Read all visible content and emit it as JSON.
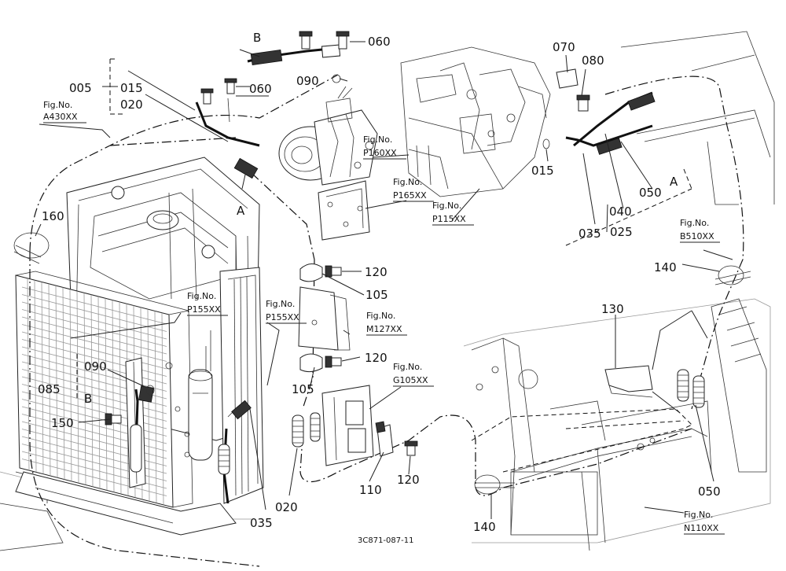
{
  "labels": {
    "l005": "005",
    "l015a": "015",
    "l020a": "020",
    "l060a": "060",
    "l060b": "060",
    "l090a": "090",
    "lB1": "B",
    "lA1": "A",
    "l160": "160",
    "l070": "070",
    "l080": "080",
    "l015b": "015",
    "l035a": "035",
    "l040": "040",
    "l050a": "050",
    "lA2": "A",
    "l025": "025",
    "l140a": "140",
    "l130": "130",
    "l120a": "120",
    "l105a": "105",
    "l120b": "120",
    "l105b": "105",
    "l090b": "090",
    "l085": "085",
    "lB2": "B",
    "l150": "150",
    "l035b": "035",
    "l020b": "020",
    "l110": "110",
    "l120c": "120",
    "l140b": "140",
    "l050b": "050"
  },
  "fig_refs": {
    "a430": {
      "line1": "Fig.No.",
      "line2": "A430XX"
    },
    "p160": {
      "line1": "Fig.No.",
      "line2": "P160XX"
    },
    "p165": {
      "line1": "Fig.No.",
      "line2": "P165XX"
    },
    "p115": {
      "line1": "Fig.No.",
      "line2": "P115XX"
    },
    "b510": {
      "line1": "Fig.No.",
      "line2": "B510XX"
    },
    "p155a": {
      "line1": "Fig.No.",
      "line2": "P155XX"
    },
    "p155b": {
      "line1": "Fig.No.",
      "line2": "P155XX"
    },
    "m127": {
      "line1": "Fig.No.",
      "line2": "M127XX"
    },
    "g105": {
      "line1": "Fig.No.",
      "line2": "G105XX"
    },
    "n110": {
      "line1": "Fig.No.",
      "line2": "N110XX"
    }
  },
  "drawing_code": "3C871-087-11"
}
